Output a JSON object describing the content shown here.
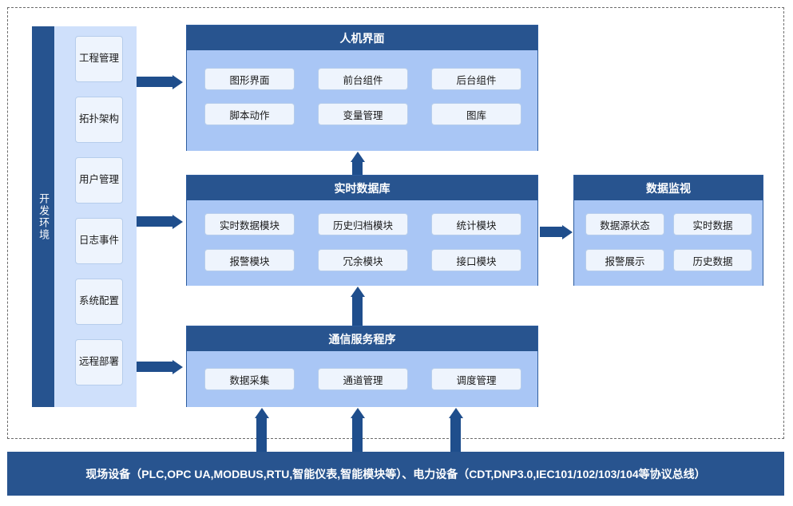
{
  "diagram": {
    "dev_env": {
      "label": "开发环境"
    },
    "dev_items": [
      {
        "label": "工程管理"
      },
      {
        "label": "拓扑架构"
      },
      {
        "label": "用户管理"
      },
      {
        "label": "日志事件"
      },
      {
        "label": "系统配置"
      },
      {
        "label": "远程部署"
      }
    ],
    "panels": {
      "hmi": {
        "title": "人机界面",
        "chips": [
          "图形界面",
          "前台组件",
          "后台组件",
          "脚本动作",
          "变量管理",
          "图库"
        ]
      },
      "rtdb": {
        "title": "实时数据库",
        "chips": [
          "实时数据模块",
          "历史归档模块",
          "统计模块",
          "报警模块",
          "冗余模块",
          "接口模块"
        ]
      },
      "monitor": {
        "title": "数据监视",
        "chips": [
          "数据源状态",
          "实时数据",
          "报警展示",
          "历史数据"
        ]
      },
      "comm": {
        "title": "通信服务程序",
        "chips": [
          "数据采集",
          "通道管理",
          "调度管理"
        ]
      }
    },
    "bottom_bar": {
      "label": "现场设备（PLC,OPC UA,MODBUS,RTU,智能仪表,智能模块等）、电力设备（CDT,DNP3.0,IEC101/102/103/104等协议总线）"
    },
    "colors": {
      "dark_blue": "#28548f",
      "panel_blue": "#a9c6f5",
      "chip_bg": "#eef4fd",
      "col_bg": "#cfe0fb",
      "arrow": "#1f4e8c"
    }
  }
}
